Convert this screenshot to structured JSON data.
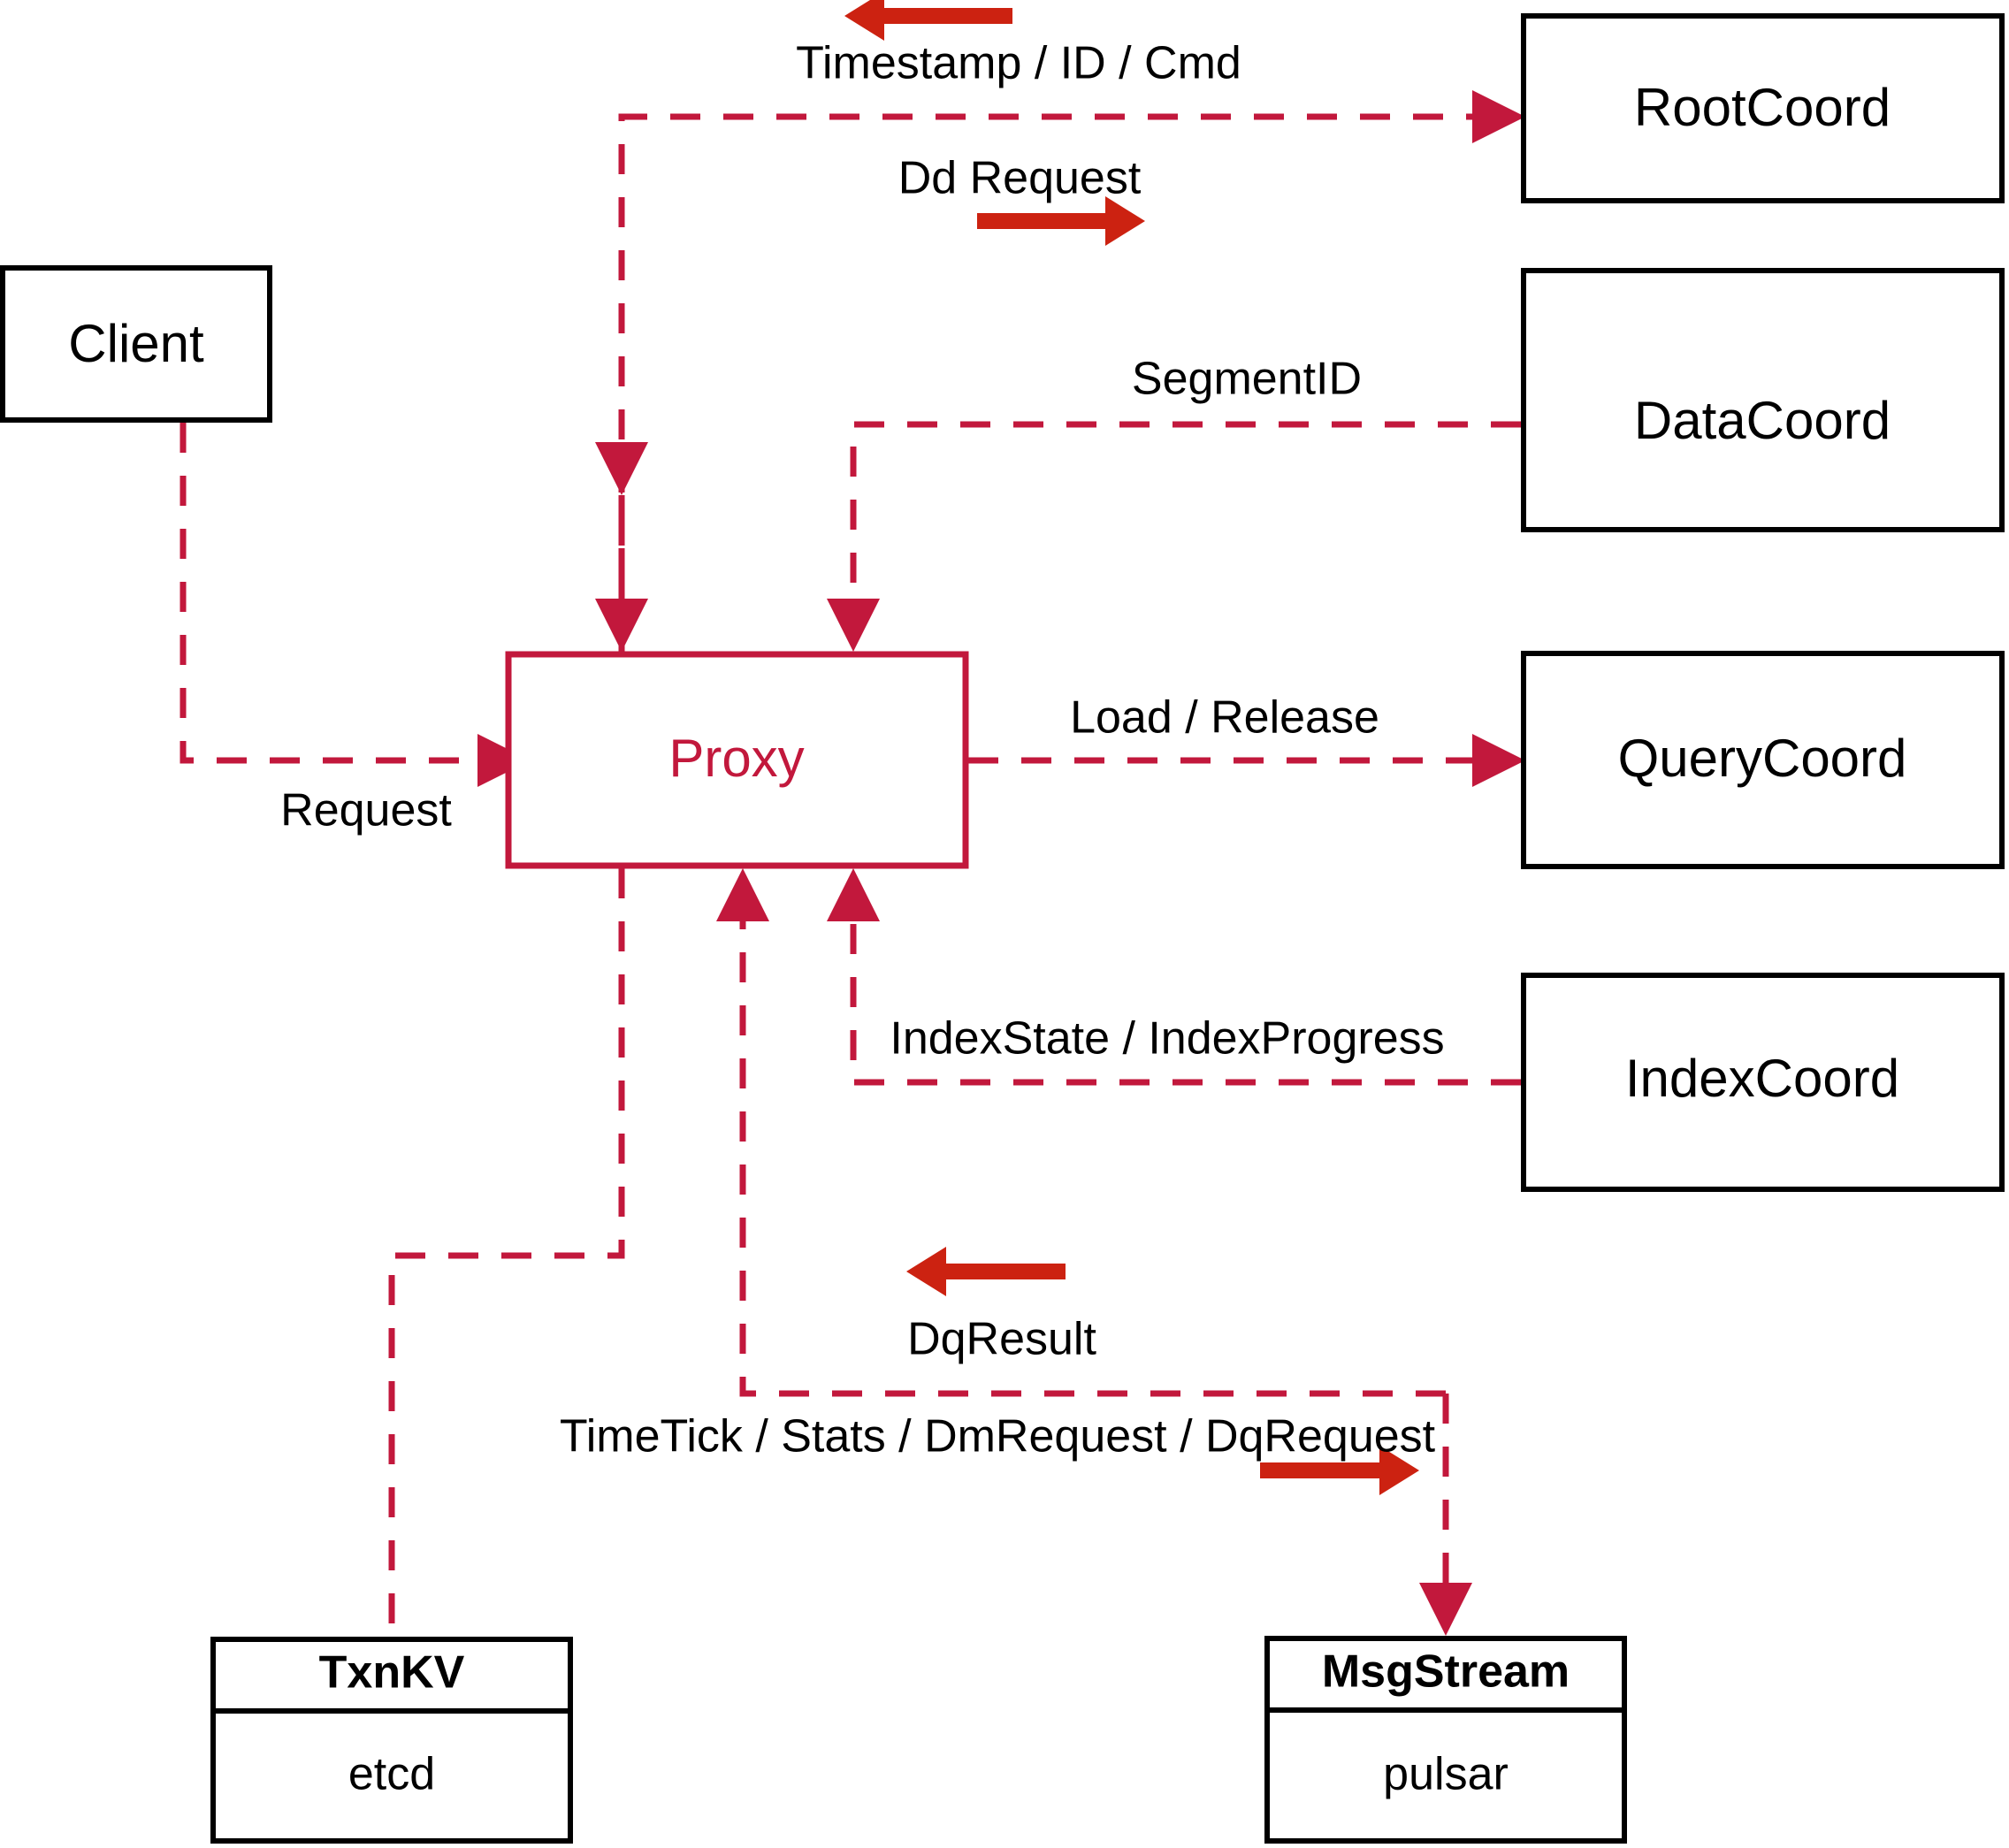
{
  "diagram": {
    "title": "Milvus Proxy interaction diagram",
    "accent_color": "#c2183c",
    "arrow_color": "#cc2211",
    "node_color": "#000000"
  },
  "nodes": {
    "client": {
      "label": "Client"
    },
    "proxy": {
      "label": "Proxy"
    },
    "root_coord": {
      "label": "RootCoord"
    },
    "data_coord": {
      "label": "DataCoord"
    },
    "query_coord": {
      "label": "QueryCoord"
    },
    "index_coord": {
      "label": "IndexCoord"
    },
    "txnkv": {
      "header": "TxnKV",
      "body": "etcd"
    },
    "msgstream": {
      "header": "MsgStream",
      "body": "pulsar"
    }
  },
  "edges": {
    "client_to_proxy": {
      "label": "Request"
    },
    "proxy_to_root_coord": {
      "label": "Dd Request"
    },
    "root_coord_to_proxy": {
      "label": "Timestamp / ID / Cmd"
    },
    "data_coord_to_proxy": {
      "label": "SegmentID"
    },
    "proxy_to_query_coord": {
      "label": "Load / Release"
    },
    "index_coord_to_proxy": {
      "label": "IndexState / IndexProgress"
    },
    "msgstream_to_proxy": {
      "label": "DqResult"
    },
    "proxy_to_msgstream": {
      "label": "TimeTick / Stats / DmRequest / DqRequest"
    }
  }
}
